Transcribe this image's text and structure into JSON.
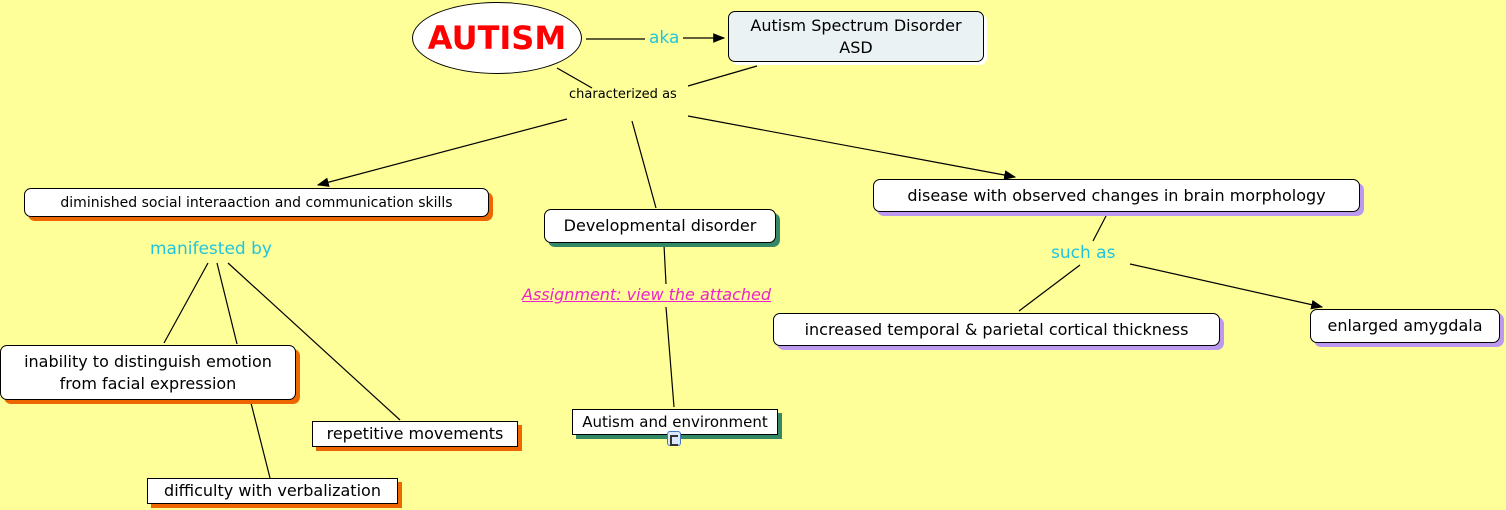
{
  "root": {
    "label": "AUTISM"
  },
  "links": {
    "aka": "aka",
    "characterized_as": "characterized as",
    "manifested_by": "manifested by",
    "such_as": "such as",
    "assignment": "Assignment: view the attached"
  },
  "nodes": {
    "asd": [
      "Autism Spectrum Disorder",
      "ASD"
    ],
    "social": "diminished social interaaction and communication skills",
    "developmental": "Developmental disorder",
    "environment": "Autism and environment",
    "brain": "disease with observed changes in brain morphology",
    "cortical": "increased temporal & parietal cortical thickness",
    "amygdala": "enlarged amygdala",
    "emotion": [
      "inability to distinguish emotion",
      "from facial expression"
    ],
    "repetitive": "repetitive movements",
    "verbal": "difficulty with verbalization"
  },
  "colors": {
    "background": "#ffff99",
    "root_text": "#ff0000",
    "link_text": "#22c4dd",
    "assignment": "#ee22cc",
    "shadow_orange": "#ee6600",
    "shadow_green": "#338866",
    "shadow_purple": "#bb99ee"
  }
}
